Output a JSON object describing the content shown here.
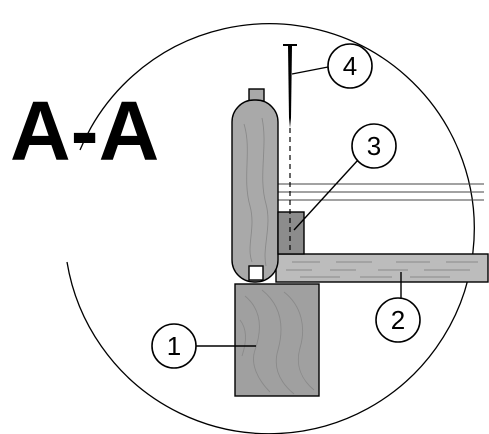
{
  "title": "A-A",
  "callouts": [
    {
      "label": "1"
    },
    {
      "label": "2"
    },
    {
      "label": "3"
    },
    {
      "label": "4"
    }
  ],
  "colors": {
    "wood_block": "#a0a0a0",
    "wood_slat": "#bcbcbc",
    "wood_side": "#a9a9a9",
    "wood_strip": "#8c8c8c",
    "nail": "#000000",
    "line": "#000000"
  }
}
